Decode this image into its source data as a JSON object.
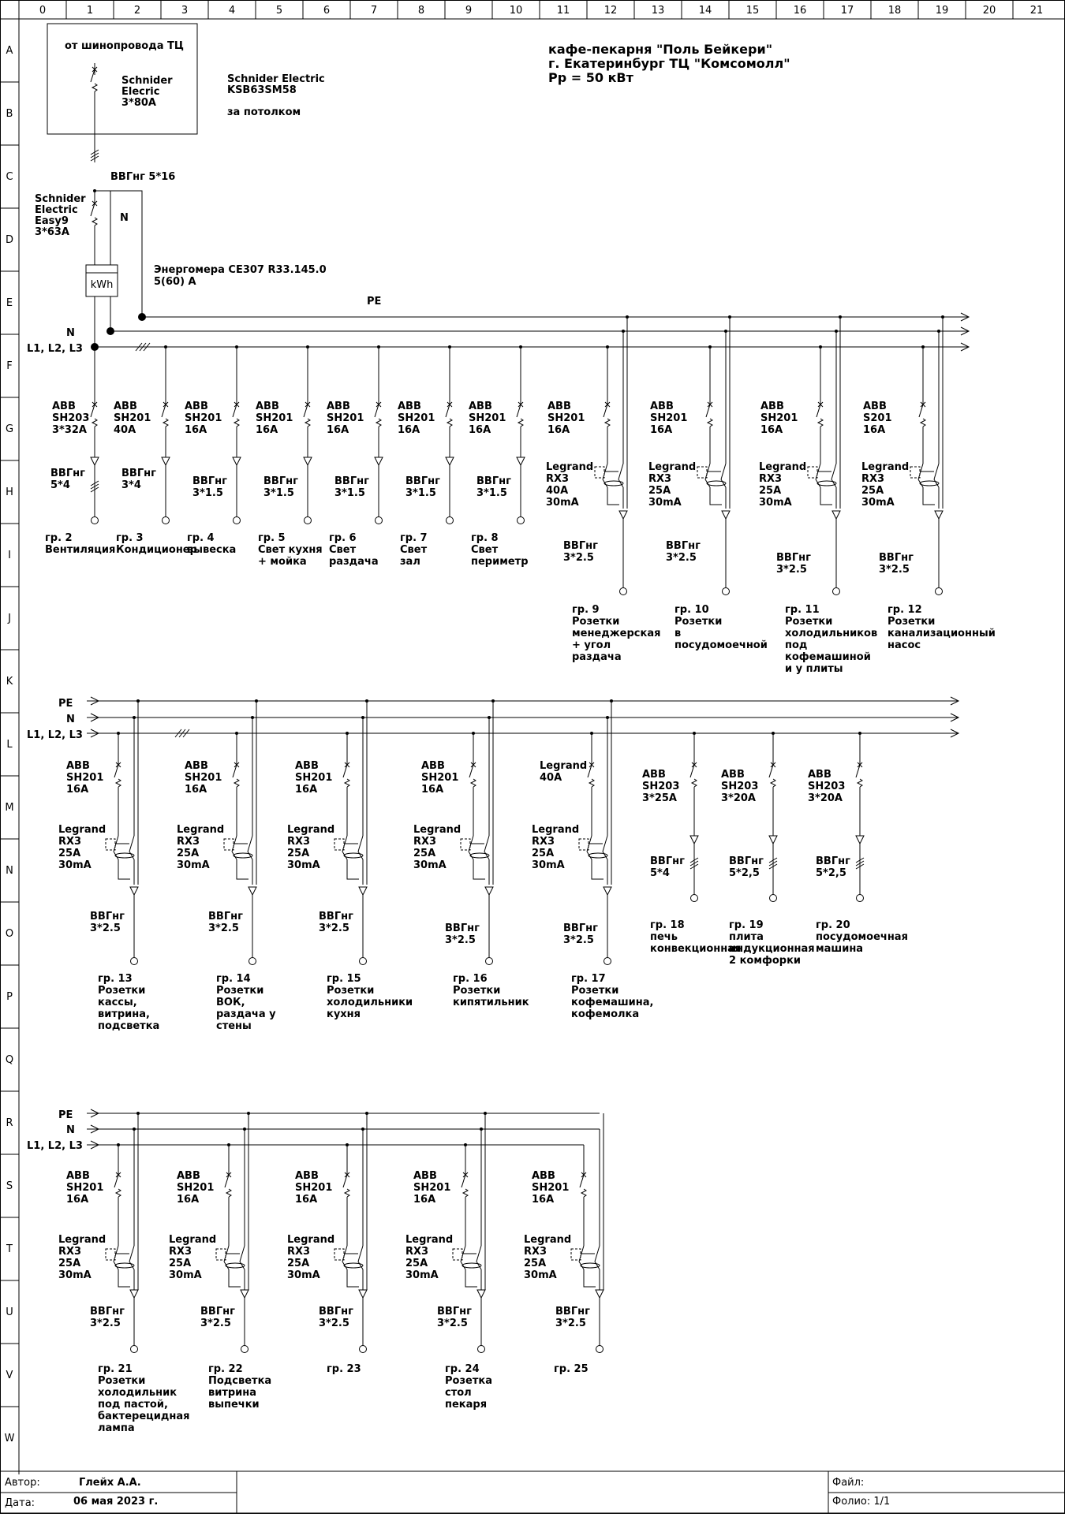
{
  "grid": {
    "columns": [
      "0",
      "1",
      "2",
      "3",
      "4",
      "5",
      "6",
      "7",
      "8",
      "9",
      "10",
      "11",
      "12",
      "13",
      "14",
      "15",
      "16",
      "17",
      "18",
      "19",
      "20",
      "21"
    ],
    "rows": [
      "A",
      "B",
      "C",
      "D",
      "E",
      "F",
      "G",
      "H",
      "I",
      "J",
      "K",
      "L",
      "M",
      "N",
      "O",
      "P",
      "Q",
      "R",
      "S",
      "T",
      "U",
      "V",
      "W"
    ]
  },
  "header": {
    "title": [
      "кафе-пекарня \"Поль Бейкери\"",
      "г. Екатеринбург ТЦ \"Комсомолл\"",
      "Рр = 50 кВт"
    ]
  },
  "input": {
    "source_label": "от шинопровода ТЦ",
    "main_breaker": [
      "Schnider",
      "Elecric",
      "3*80A"
    ],
    "main_breaker_note": [
      "Schnider Electric",
      "KSB63SM58",
      "",
      "за потолком"
    ],
    "cable": "ВВГнг 5*16",
    "breaker2": [
      "Schnider",
      "Electric",
      "Easy9",
      "3*63A"
    ],
    "n_label": "N",
    "meter_symbol": "kWh",
    "meter": [
      "Энергомера CE307 R33.145.0",
      "5(60) A"
    ]
  },
  "bus_labels": {
    "pe": "PE",
    "n": "N",
    "l": "L1, L2, L3"
  },
  "groups_row1": [
    {
      "breaker": [
        "ABB",
        "SH203",
        "3*32A"
      ],
      "cable": [
        "ВВГнг",
        "5*4"
      ],
      "label": [
        "гр. 2",
        "Вентиляция"
      ]
    },
    {
      "breaker": [
        "ABB",
        "SH201",
        "40A"
      ],
      "cable": [
        "ВВГнг",
        "3*4"
      ],
      "label": [
        "гр. 3",
        "Кондиционер"
      ]
    },
    {
      "breaker": [
        "ABB",
        "SH201",
        "16A"
      ],
      "cable": [
        "ВВГнг",
        "3*1.5"
      ],
      "label": [
        "гр. 4",
        "вывеска"
      ]
    },
    {
      "breaker": [
        "ABB",
        "SH201",
        "16A"
      ],
      "cable": [
        "ВВГнг",
        "3*1.5"
      ],
      "label": [
        "гр. 5",
        "Свет кухня",
        "+ мойка"
      ]
    },
    {
      "breaker": [
        "ABB",
        "SH201",
        "16A"
      ],
      "cable": [
        "ВВГнг",
        "3*1.5"
      ],
      "label": [
        "гр. 6",
        "Свет",
        "раздача"
      ]
    },
    {
      "breaker": [
        "ABB",
        "SH201",
        "16A"
      ],
      "cable": [
        "ВВГнг",
        "3*1.5"
      ],
      "label": [
        "гр. 7",
        "Свет",
        "зал"
      ]
    },
    {
      "breaker": [
        "ABB",
        "SH201",
        "16A"
      ],
      "cable": [
        "ВВГнг",
        "3*1.5"
      ],
      "label": [
        "гр. 8",
        "Свет",
        "периметр"
      ]
    },
    {
      "breaker": [
        "ABB",
        "SH201",
        "16A"
      ],
      "rcd": [
        "Legrand",
        "RX3",
        "40A",
        "30mA"
      ],
      "cable": [
        "ВВГнг",
        "3*2.5"
      ],
      "label": [
        "гр. 9",
        "Розетки",
        "менеджерская",
        "+ угол",
        "раздача"
      ]
    },
    {
      "breaker": [
        "ABB",
        "SH201",
        "16A"
      ],
      "rcd": [
        "Legrand",
        "RX3",
        "25A",
        "30mA"
      ],
      "cable": [
        "ВВГнг",
        "3*2.5"
      ],
      "label": [
        "гр. 10",
        "Розетки",
        "в",
        "посудомоечной"
      ]
    },
    {
      "breaker": [
        "ABB",
        "SH201",
        "16A"
      ],
      "rcd": [
        "Legrand",
        "RX3",
        "25A",
        "30mA"
      ],
      "cable": [
        "ВВГнг",
        "3*2.5"
      ],
      "label": [
        "гр. 11",
        "Розетки",
        "холодильников",
        "под",
        "кофемашиной",
        "и у плиты"
      ]
    },
    {
      "breaker": [
        "ABB",
        "S201",
        "16A"
      ],
      "rcd": [
        "Legrand",
        "RX3",
        "25A",
        "30mA"
      ],
      "cable": [
        "ВВГнг",
        "3*2.5"
      ],
      "label": [
        "гр. 12",
        "Розетки",
        "канализационный",
        "насос"
      ]
    }
  ],
  "groups_row2": [
    {
      "breaker": [
        "ABB",
        "SH201",
        "16A"
      ],
      "rcd": [
        "Legrand",
        "RX3",
        "25A",
        "30mA"
      ],
      "cable": [
        "ВВГнг",
        "3*2.5"
      ],
      "label": [
        "гр. 13",
        "Розетки",
        "кассы,",
        "витрина,",
        "подсветка"
      ]
    },
    {
      "breaker": [
        "ABB",
        "SH201",
        "16A"
      ],
      "rcd": [
        "Legrand",
        "RX3",
        "25A",
        "30mA"
      ],
      "cable": [
        "ВВГнг",
        "3*2.5"
      ],
      "label": [
        "гр. 14",
        "Розетки",
        "ВОК,",
        "раздача у",
        "стены"
      ]
    },
    {
      "breaker": [
        "ABB",
        "SH201",
        "16A"
      ],
      "rcd": [
        "Legrand",
        "RX3",
        "25A",
        "30mA"
      ],
      "cable": [
        "ВВГнг",
        "3*2.5"
      ],
      "label": [
        "гр. 15",
        "Розетки",
        "холодильники",
        "кухня"
      ]
    },
    {
      "breaker": [
        "ABB",
        "SH201",
        "16A"
      ],
      "rcd": [
        "Legrand",
        "RX3",
        "25A",
        "30mA"
      ],
      "cable": [
        "ВВГнг",
        "3*2.5"
      ],
      "label": [
        "гр. 16",
        "Розетки",
        "кипятильник"
      ]
    },
    {
      "breaker": [
        "Legrand",
        "40A"
      ],
      "rcd": [
        "Legrand",
        "RX3",
        "25A",
        "30mA"
      ],
      "cable": [
        "ВВГнг",
        "3*2.5"
      ],
      "label": [
        "гр. 17",
        "Розетки",
        "кофемашина,",
        "кофемолка"
      ]
    },
    {
      "breaker": [
        "ABB",
        "SH203",
        "3*25A"
      ],
      "cable": [
        "ВВГнг",
        "5*4"
      ],
      "label": [
        "гр. 18",
        "печь",
        "конвекционная"
      ]
    },
    {
      "breaker": [
        "ABB",
        "SH203",
        "3*20A"
      ],
      "cable": [
        "ВВГнг",
        "5*2,5"
      ],
      "label": [
        "гр. 19",
        "плита",
        "индукционная",
        "2 комфорки"
      ]
    },
    {
      "breaker": [
        "ABB",
        "SH203",
        "3*20A"
      ],
      "cable": [
        "ВВГнг",
        "5*2,5"
      ],
      "label": [
        "гр. 20",
        "посудомоечная",
        "машина"
      ]
    }
  ],
  "groups_row3": [
    {
      "breaker": [
        "ABB",
        "SH201",
        "16A"
      ],
      "rcd": [
        "Legrand",
        "RX3",
        "25A",
        "30mA"
      ],
      "cable": [
        "ВВГнг",
        "3*2.5"
      ],
      "label": [
        "гр. 21",
        "Розетки",
        "холодильник",
        "под пастой,",
        "бактерецидная",
        "лампа"
      ]
    },
    {
      "breaker": [
        "ABB",
        "SH201",
        "16A"
      ],
      "rcd": [
        "Legrand",
        "RX3",
        "25A",
        "30mA"
      ],
      "cable": [
        "ВВГнг",
        "3*2.5"
      ],
      "label": [
        "гр. 22",
        "Подсветка",
        "витрина",
        "выпечки"
      ]
    },
    {
      "breaker": [
        "ABB",
        "SH201",
        "16A"
      ],
      "rcd": [
        "Legrand",
        "RX3",
        "25A",
        "30mA"
      ],
      "cable": [
        "ВВГнг",
        "3*2.5"
      ],
      "label": [
        "гр. 23"
      ]
    },
    {
      "breaker": [
        "ABB",
        "SH201",
        "16A"
      ],
      "rcd": [
        "Legrand",
        "RX3",
        "25A",
        "30mA"
      ],
      "cable": [
        "ВВГнг",
        "3*2.5"
      ],
      "label": [
        "гр. 24",
        "Розетка",
        "стол",
        "пекаря"
      ]
    },
    {
      "breaker": [
        "ABB",
        "SH201",
        "16A"
      ],
      "rcd": [
        "Legrand",
        "RX3",
        "25A",
        "30mA"
      ],
      "cable": [
        "ВВГнг",
        "3*2.5"
      ],
      "label": [
        "гр. 25"
      ]
    }
  ],
  "title_block": {
    "author_label": "Автор:",
    "author": "Глейх А.А.",
    "date_label": "Дата:",
    "date": "06 мая 2023 г.",
    "file_label": "Файл:",
    "folio": "Фолио: 1/1"
  }
}
